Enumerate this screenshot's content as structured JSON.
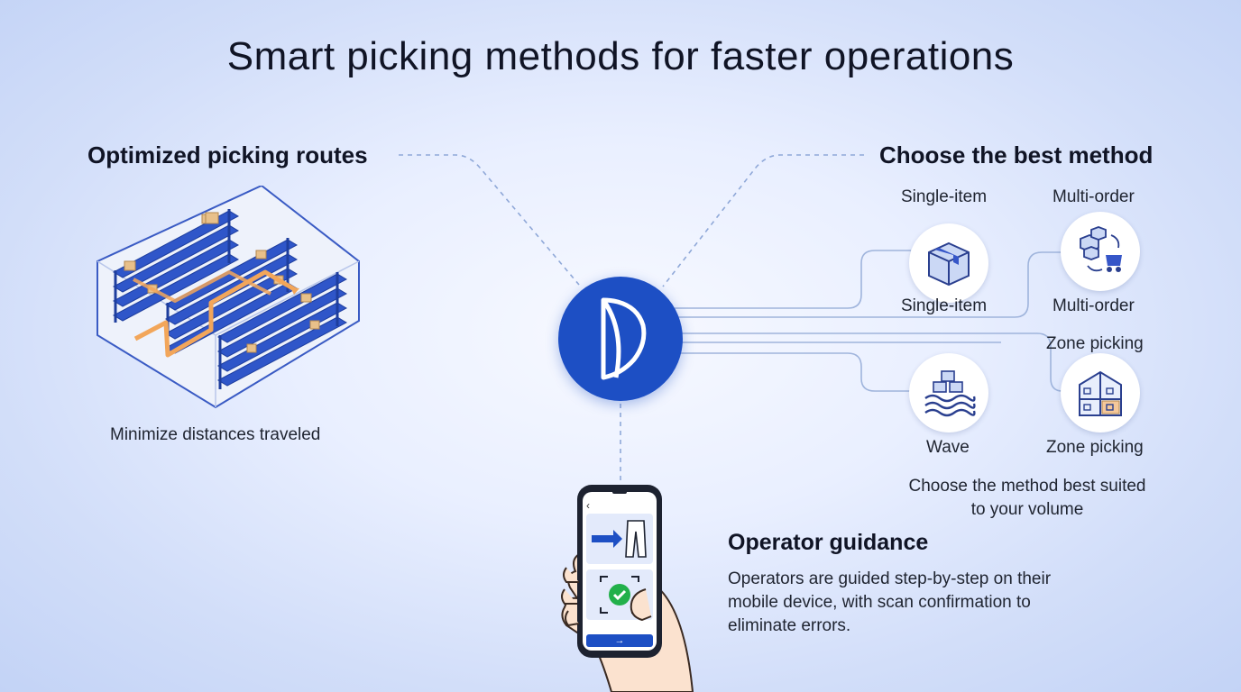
{
  "title": "Smart picking methods for faster operations",
  "routes": {
    "heading": "Optimized picking routes",
    "caption": "Minimize distances traveled",
    "icon": "warehouse-racks-route-icon"
  },
  "methods": {
    "heading": "Choose the best method",
    "top_labels": [
      "Single-item",
      "Multi-order",
      "Zone picking"
    ],
    "items": [
      {
        "label": "Single-item",
        "icon": "box-icon"
      },
      {
        "label": "Multi-order",
        "icon": "multi-order-cart-icon"
      },
      {
        "label": "Wave",
        "icon": "wave-boxes-icon"
      },
      {
        "label": "Zone picking",
        "icon": "zone-grid-icon"
      }
    ],
    "caption_line1": "Choose the method best suited",
    "caption_line2": "to your volume"
  },
  "guidance": {
    "heading": "Operator guidance",
    "line1": "Operators are guided step-by-step on their",
    "line2": "mobile device, with scan confirmation to",
    "line3": "eliminate errors.",
    "phone_back": "‹",
    "phone_button": "→"
  },
  "colors": {
    "brand": "#1d4fc4",
    "rack": "#2f56c9",
    "route": "#f2a65a",
    "check": "#22b04a"
  }
}
